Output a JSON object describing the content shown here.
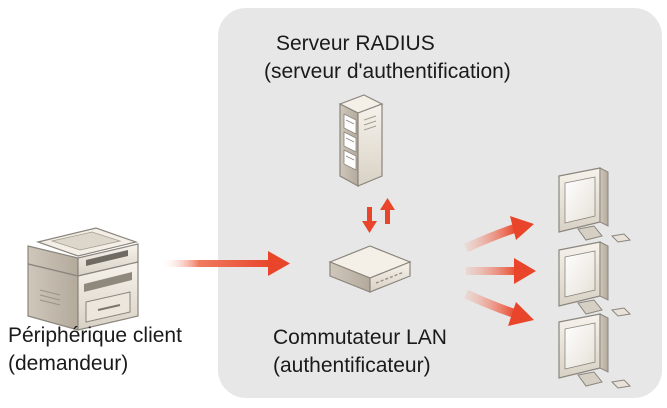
{
  "labels": {
    "radius_line1": "Serveur RADIUS",
    "radius_line2": "(serveur d'authentification)",
    "client_line1": "Périphérique client",
    "client_line2": "(demandeur)",
    "switch_line1": "Commutateur LAN",
    "switch_line2": "(authentificateur)"
  },
  "icons": {
    "printer": "printer-icon",
    "server": "server-rack-icon",
    "switch": "lan-switch-icon",
    "monitor": "computer-monitor-icon",
    "arrow": "arrow-icon"
  },
  "colors": {
    "zone_background": "#e7e7e7",
    "arrow": "#e8452a",
    "device_body": "#efe9df",
    "device_outline": "#8a857d"
  }
}
